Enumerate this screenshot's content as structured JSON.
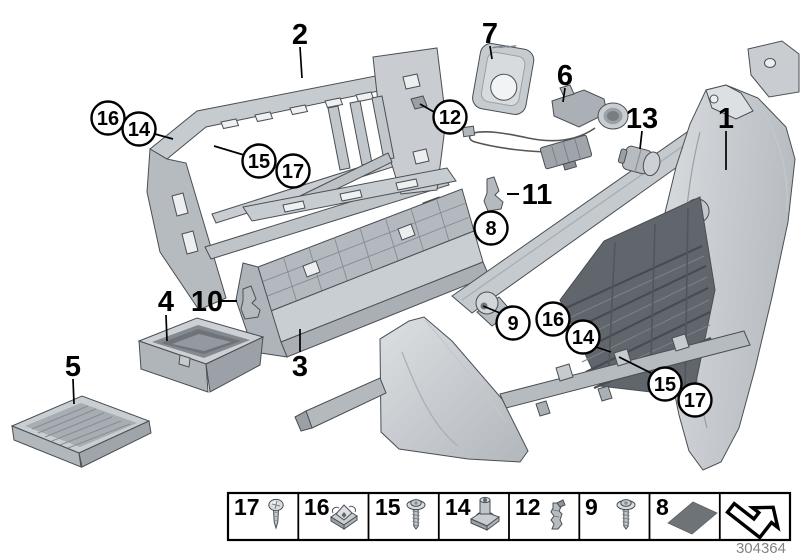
{
  "page": {
    "background": "#ffffff"
  },
  "diagram": {
    "drawing_number": "304364",
    "callouts": {
      "plain": [
        {
          "text": "2"
        },
        {
          "text": "7"
        },
        {
          "text": "6"
        },
        {
          "text": "13"
        },
        {
          "text": "1"
        },
        {
          "text": "11"
        },
        {
          "text": "4"
        },
        {
          "text": "10"
        },
        {
          "text": "5"
        },
        {
          "text": "3"
        }
      ],
      "circled": [
        {
          "text": "16"
        },
        {
          "text": "14"
        },
        {
          "text": "15"
        },
        {
          "text": "17"
        },
        {
          "text": "12"
        },
        {
          "text": "8"
        },
        {
          "text": "9"
        },
        {
          "text": "16"
        },
        {
          "text": "14"
        },
        {
          "text": "15"
        },
        {
          "text": "17"
        }
      ]
    },
    "legend": {
      "items": [
        {
          "number": "17",
          "icon": "pan-head-screw"
        },
        {
          "number": "16",
          "icon": "speed-nut-clip"
        },
        {
          "number": "15",
          "icon": "washer-head-screw"
        },
        {
          "number": "14",
          "icon": "clip-nut"
        },
        {
          "number": "12",
          "icon": "expanding-clip"
        },
        {
          "number": "9",
          "icon": "washer-head-screw"
        },
        {
          "number": "8",
          "icon": "foam-pad"
        },
        {
          "number": "",
          "icon": "page-turn-arrow"
        }
      ]
    },
    "colors": {
      "line": "#000000",
      "part_light": "#ced2d6",
      "part_shadow": "#9aa0a6",
      "ribs_dark": "#60666c",
      "foam_pad": "#6e7377"
    }
  }
}
